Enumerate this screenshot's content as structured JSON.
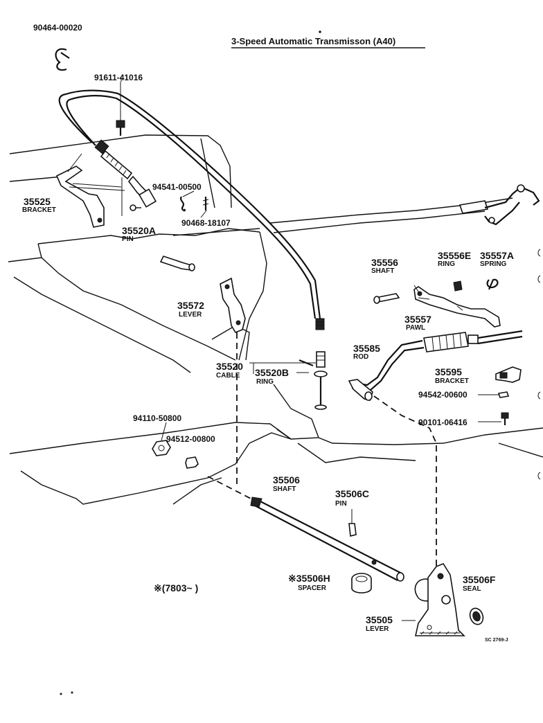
{
  "title": "3-Speed Automatic Transmisson (A40)",
  "footnote": "※(7803~        )",
  "figure_code": "SC 2769-J",
  "colors": {
    "ink": "#111111",
    "paper": "#ffffff"
  },
  "labels": {
    "p90464": "90464-00020",
    "p91611": "91611-41016",
    "p35525": "35525",
    "p35525_name": "BRACKET",
    "p94541": "94541-00500",
    "p90468": "90468-18107",
    "p35520A": "35520A",
    "p35520A_name": "PIN",
    "p35556": "35556",
    "p35556_name": "SHAFT",
    "p35556E": "35556E",
    "p35556E_name": "RING",
    "p35557A": "35557A",
    "p35557A_name": "SPRING",
    "p35557": "35557",
    "p35557_name": "PAWL",
    "p35572": "35572",
    "p35572_name": "LEVER",
    "p35585": "35585",
    "p35585_name": "ROD",
    "p35520": "35520",
    "p35520_name": "CABLE",
    "p35520B": "35520B",
    "p35520B_name": "RING",
    "p35595": "35595",
    "p35595_name": "BRACKET",
    "p94542": "94542-00600",
    "p90101": "90101-06416",
    "p94110": "94110-50800",
    "p94512": "94512-00800",
    "p35506": "35506",
    "p35506_name": "SHAFT",
    "p35506C": "35506C",
    "p35506C_name": "PIN",
    "p35506H": "※35506H",
    "p35506H_name": "SPACER",
    "p35506F": "35506F",
    "p35506F_name": "SEAL",
    "p35505": "35505",
    "p35505_name": "LEVER"
  }
}
